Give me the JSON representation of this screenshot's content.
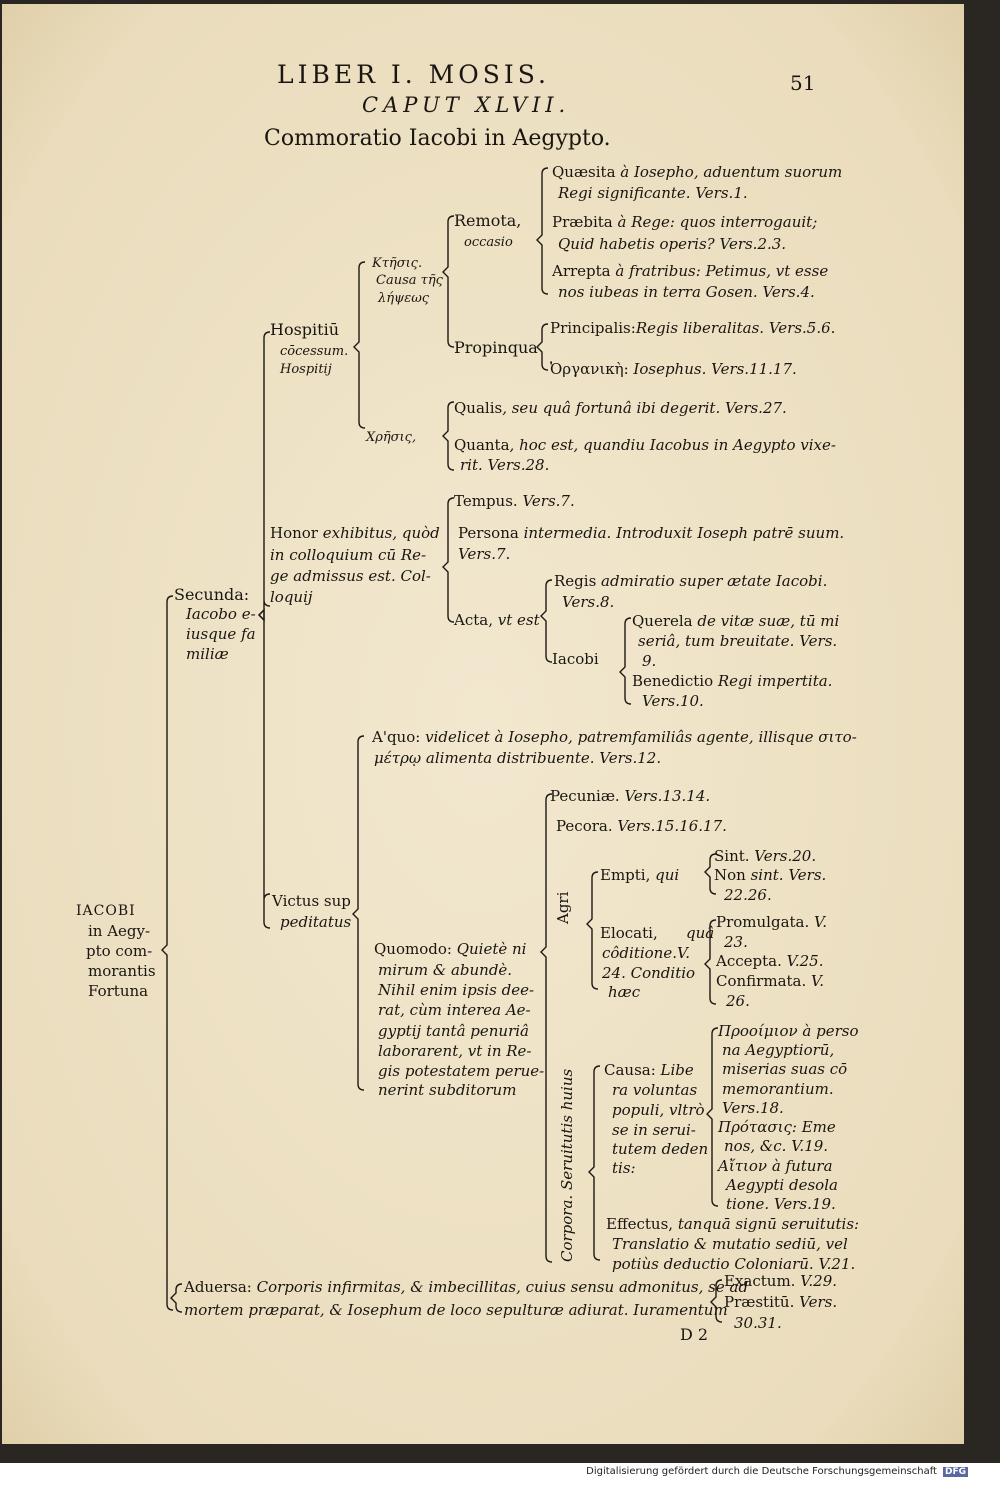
{
  "header": {
    "title": "LIBER I. MOSIS.",
    "page_number": "51",
    "caput": "CAPUT XLVII.",
    "subtitle": "Commoratio Iacobi in Aegypto."
  },
  "root": [
    "IACOBI",
    "in Aegy-",
    "pto com-",
    "morantis",
    "Fortuna"
  ],
  "secunda": {
    "label": "Secunda:",
    "sub": [
      "Iacobo e-",
      "iusque fa",
      "miliæ"
    ]
  },
  "hospitium": {
    "label": "Hospitiū",
    "sub": [
      "cōcessum.",
      "Hospitij"
    ],
    "ktesis": [
      "Κτῆσις.",
      "Causa τῆς",
      "λήψεως"
    ],
    "remota": {
      "label": "Remota,",
      "sub": "occasio"
    },
    "remota_items": [
      [
        "Quæsita",
        " à Iosepho, aduentum suorum",
        "Regi significante. Vers.1."
      ],
      [
        "Præbita",
        " à Rege: quos interrogauit;",
        "Quid habetis operis? Vers.2.3."
      ],
      [
        "Arrepta",
        " à fratribus: Petimus, vt esse",
        "nos iubeas in terra Gosen. Vers.4."
      ]
    ],
    "propinqua": "Propinqua",
    "propinqua_items": [
      [
        "Principalis:",
        "Regis liberalitas. Vers.5.6."
      ],
      [
        "Ὀργανικὴ:",
        "Iosephus. Vers.11.17."
      ]
    ],
    "chresis": "Χρῆσις,",
    "chresis_items": [
      [
        "Qualis",
        ", seu quâ fortunâ ibi degerit. Vers.27."
      ],
      [
        "Quanta",
        ", hoc est, quandiu Iacobus in Aegypto vixe-",
        "rit. Vers.28."
      ]
    ]
  },
  "honor": {
    "lines": [
      [
        "Honor",
        " exhibitus, quòd"
      ],
      [
        "in colloquium cū Re-",
        ""
      ],
      [
        "ge admissus est. Col-",
        ""
      ],
      [
        "loquij",
        ""
      ]
    ],
    "tempus": [
      "Tempus.",
      " Vers.7."
    ],
    "persona": [
      "Persona",
      " intermedia. Introduxit Ioseph patrē suum.",
      "Vers.7."
    ],
    "acta": [
      "Acta,",
      " vt est"
    ],
    "regis": [
      "Regis",
      " admiratio super ætate Iacobi.",
      "Vers.8."
    ],
    "iacobi": "Iacobi",
    "querela": [
      "Querela",
      " de vitæ suæ, tū mi",
      "seriâ, tum breuitate. Vers.",
      "9."
    ],
    "benedictio": [
      "Benedictio",
      " Regi impertita.",
      "Vers.10."
    ]
  },
  "victus": {
    "label": "Victus sup",
    "sub": "peditatus",
    "a_quo": [
      "A'quo:",
      " videlicet à Iosepho, patremfamiliâs agente, illisque σιτο-",
      "μέτρῳ alimenta distribuente. Vers.12."
    ],
    "quomodo": [
      "Quomodo:",
      " Quietè ni",
      "mirum & abundè.",
      "Nihil enim ipsis dee-",
      "rat, cùm interea Ae-",
      "gyptij tantâ penuriâ",
      "laborarent, vt in Re-",
      "gis potestatem perue-",
      "nerint subditorum"
    ],
    "pecuniae": [
      "Pecuniæ.",
      " Vers.13.14."
    ],
    "pecora": [
      "Pecora.",
      " Vers.15.16.17."
    ],
    "agri": "Agri",
    "empti": [
      "Empti,",
      " qui"
    ],
    "empti_items": [
      [
        "Sint.",
        " Vers.20."
      ],
      [
        "Non",
        " sint. Vers."
      ],
      [
        "22.26.",
        ""
      ]
    ],
    "elocati": [
      "Elocati,",
      " quâ",
      "côditione.V.",
      "24. Conditio",
      "hæc"
    ],
    "elocati_items": [
      [
        "Promulgata.",
        " V.",
        "23."
      ],
      [
        "Accepta.",
        " V.25."
      ],
      [
        "Confirmata.",
        " V.",
        "26."
      ]
    ],
    "corpora": "Corpora. Seruitutis huius",
    "causa": [
      "Causa:",
      " Libe",
      "ra voluntas",
      "populi, vltrò",
      "se in serui-",
      "tutem deden",
      "tis:"
    ],
    "causa_items": [
      [
        "Προοίμιον",
        " à perso",
        "na Aegyptiorū,",
        "miserias suas cō",
        "memorantium.",
        "Vers.18."
      ],
      [
        "Πρότασις",
        ": Eme",
        "nos, &c. V.19."
      ],
      [
        "Αἴτιον",
        " à futura",
        "Aegypti desola",
        "tione. Vers.19."
      ]
    ],
    "effectus": [
      "Effectus,",
      " tanquā signū seruitutis:",
      "Translatio & mutatio sediū, vel",
      "potiùs deductio Coloniarū. V.21."
    ]
  },
  "aduersa": {
    "line1": [
      "Aduersa:",
      " Corporis infirmitas, & imbecillitas, cuius sensu admonitus, se ad"
    ],
    "line2": [
      "",
      "mortem præparat, & Iosephum de loco sepulturæ adiurat. Iuramentum"
    ],
    "items": [
      [
        "Exactum.",
        " V.29."
      ],
      [
        "Præstitū.",
        " Vers."
      ],
      [
        "30.31.",
        ""
      ]
    ]
  },
  "signature": "D 2",
  "footer": {
    "text": "Digitalisierung gefördert durch die Deutsche Forschungsgemeinschaft",
    "logo": "DFG"
  }
}
